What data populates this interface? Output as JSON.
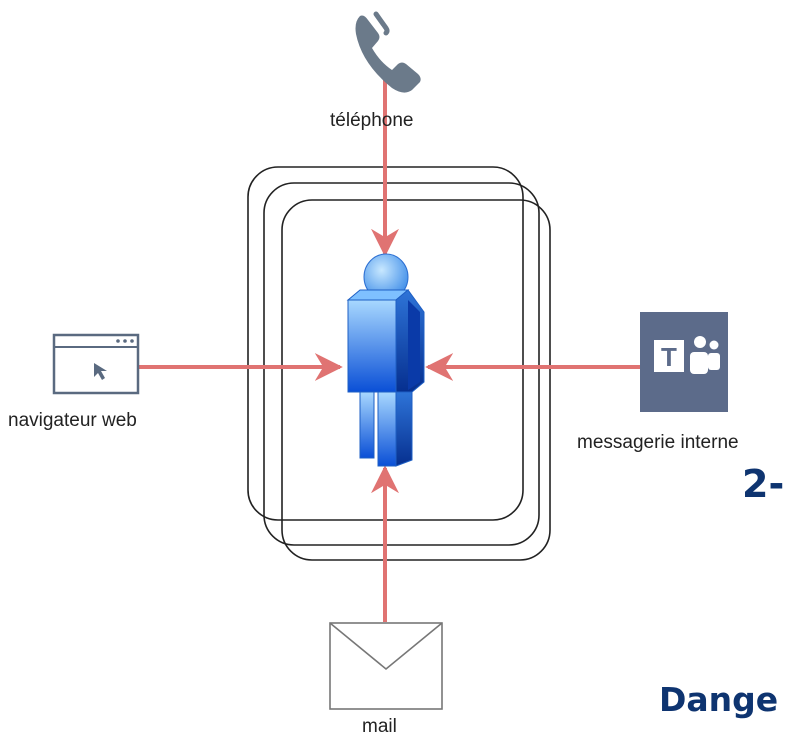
{
  "nodes": {
    "phone": {
      "label": "téléphone",
      "icon": "phone-icon"
    },
    "browser": {
      "label": "navigateur web",
      "icon": "browser-window-icon"
    },
    "messaging": {
      "label": "messagerie interne",
      "icon": "teams-icon"
    },
    "mail": {
      "label": "mail",
      "icon": "envelope-icon"
    },
    "user": {
      "icon": "user-figure-icon"
    }
  },
  "overflow_text": {
    "number": "2-",
    "word": "Dange"
  },
  "colors": {
    "arrow": "#e07372",
    "frame": "#222222",
    "user_light": "#9fd2ff",
    "user_dark": "#0044cc",
    "teams": "#5c6b8a",
    "phone": "#6b7a8a",
    "title": "#0e3470"
  }
}
